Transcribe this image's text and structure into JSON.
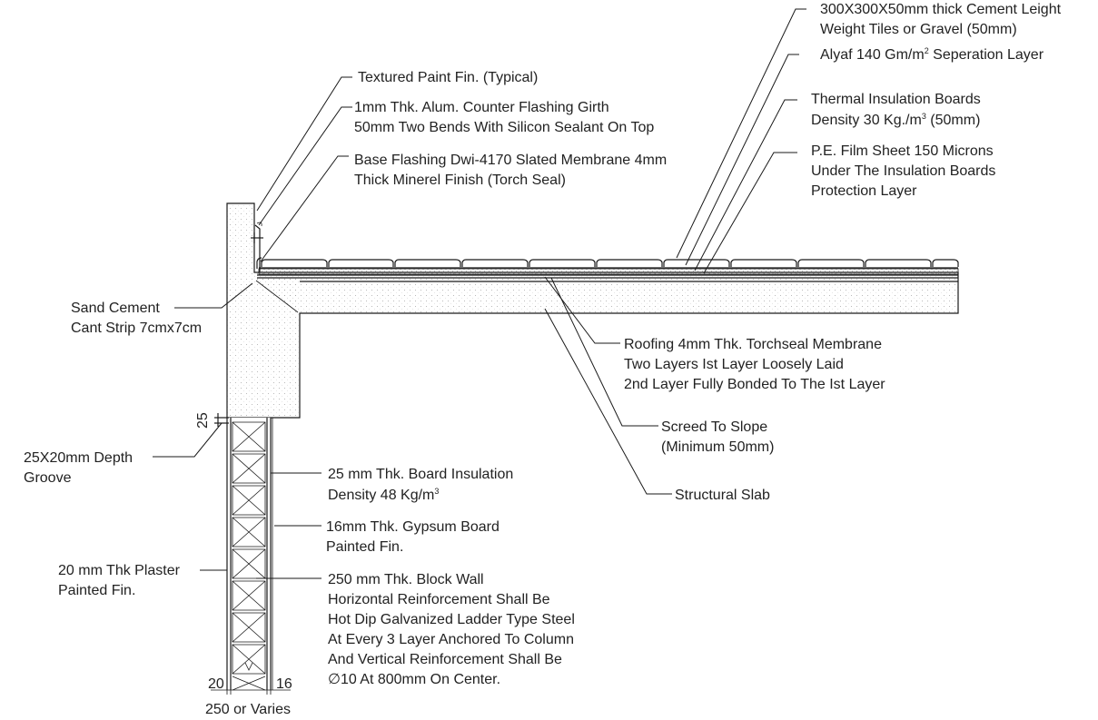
{
  "labels": {
    "cement_tiles": [
      "300X300X50mm thick Cement Leight",
      "Weight Tiles or Gravel (50mm)"
    ],
    "alyaf": [
      "Alyaf 140 Gm/m",
      "2",
      " Seperation Layer"
    ],
    "thermal_insulation": [
      "Thermal Insulation Boards",
      "Density 30 Kg./m",
      "3",
      " (50mm)"
    ],
    "pe_film": [
      "P.E. Film Sheet 150 Microns",
      "Under The Insulation Boards",
      "Protection Layer"
    ],
    "textured_paint": [
      "Textured Paint Fin. (Typical)"
    ],
    "counter_flashing": [
      "1mm Thk. Alum. Counter Flashing Girth",
      "50mm Two Bends With Silicon Sealant On Top"
    ],
    "base_flashing": [
      "Base Flashing Dwi-4170 Slated Membrane 4mm",
      "Thick Minerel Finish (Torch Seal)"
    ],
    "cant_strip": [
      "Sand Cement",
      "Cant Strip 7cmx7cm"
    ],
    "roofing_membrane": [
      "Roofing 4mm Thk. Torchseal Membrane",
      "Two Layers Ist Layer Loosely Laid",
      "2nd Layer Fully Bonded To The Ist Layer"
    ],
    "screed": [
      "Screed To Slope",
      "(Minimum 50mm)"
    ],
    "structural_slab": [
      "Structural Slab"
    ],
    "groove": [
      "25X20mm Depth",
      "Groove"
    ],
    "board_insulation": [
      "25 mm Thk. Board Insulation",
      "Density 48 Kg/m",
      "3"
    ],
    "gypsum_board": [
      "16mm Thk. Gypsum Board",
      "Painted Fin."
    ],
    "plaster": [
      "20 mm Thk Plaster",
      "Painted Fin."
    ],
    "block_wall": [
      "250 mm Thk. Block Wall",
      "Horizontal Reinforcement Shall Be",
      "Hot Dip Galvanized Ladder Type Steel",
      "At Every 3 Layer Anchored To Column",
      "And Vertical Reinforcement Shall Be",
      "∅10  At 800mm On Center."
    ]
  },
  "dimensions": {
    "groove_dim": "25",
    "plaster_dim": "20",
    "gypsum_dim": "16",
    "wall_dim": "250 or Varies"
  }
}
